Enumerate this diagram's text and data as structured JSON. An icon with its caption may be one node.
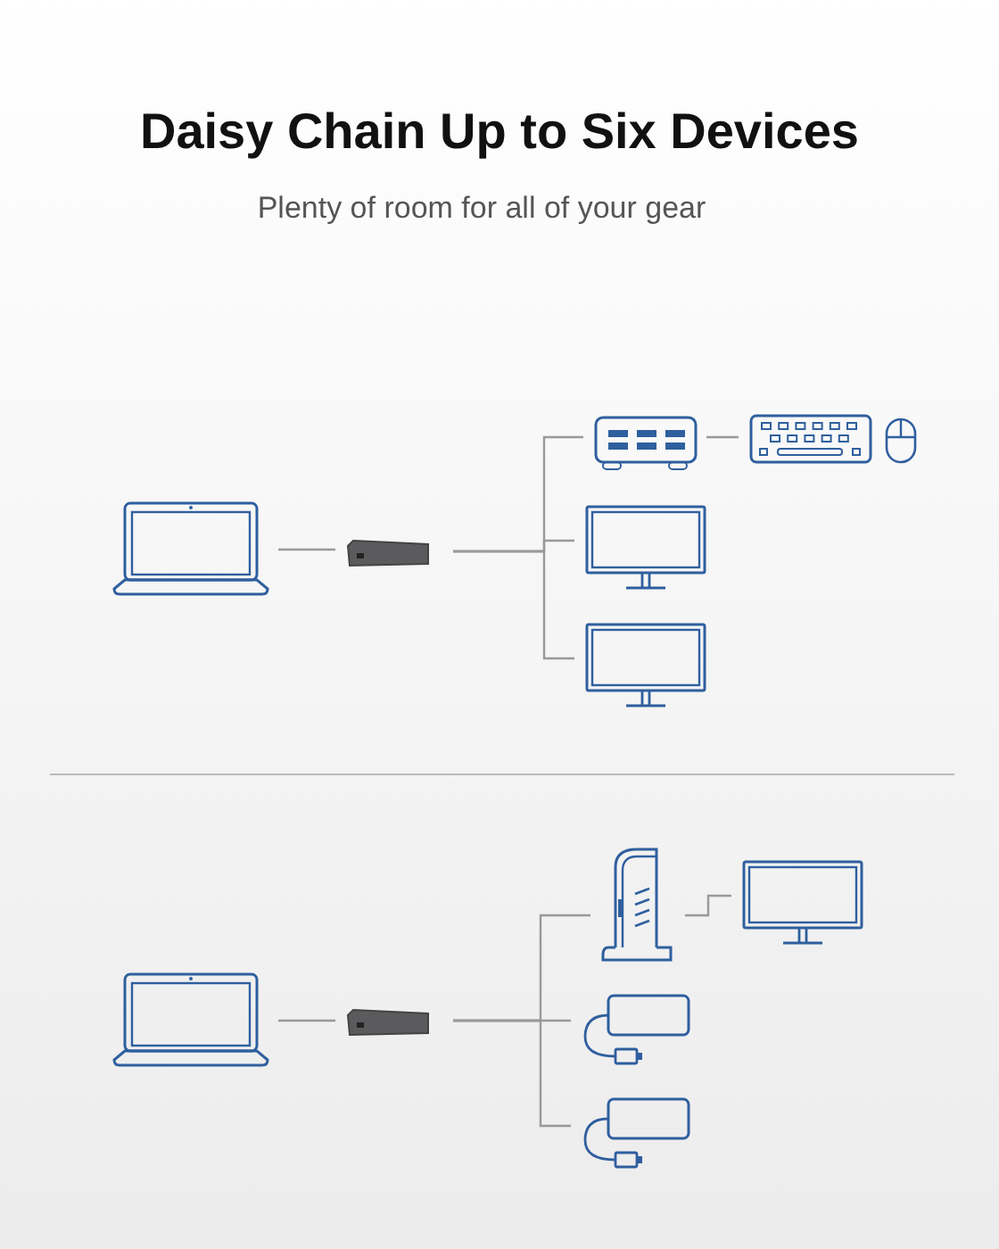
{
  "diagram": {
    "title": "Daisy Chain Up to Six Devices",
    "nodes": [
      {
        "text": [],
        "shape": "laptop"
      },
      {
        "text": [],
        "shape": "hub"
      },
      {
        "text": [],
        "shape": "box"
      },
      {
        "text": [],
        "shape": "keyboard"
      },
      {
        "text": [],
        "shape": "monitor"
      },
      {
        "text": [],
        "shape": "monitor"
      },
      {
        "text": [],
        "shape": "laptop"
      },
      {
        "text": [],
        "shape": "hub"
      },
      {
        "text": [],
        "shape": "dock"
      },
      {
        "text": [],
        "shape": "monitor"
      },
      {
        "text": [],
        "shape": "adapter"
      },
      {
        "text": [],
        "shape": "adapter"
      }
    ],
    "edges": [
      {
        "from": 0,
        "to": 1,
        "arrow": "none"
      },
      {
        "from": 1,
        "to": 2,
        "arrow": "none"
      },
      {
        "from": 1,
        "to": 4,
        "arrow": "none"
      },
      {
        "from": 1,
        "to": 5,
        "arrow": "none"
      },
      {
        "from": 2,
        "to": 3,
        "arrow": "none"
      },
      {
        "from": 6,
        "to": 7,
        "arrow": "none"
      },
      {
        "from": 7,
        "to": 8,
        "arrow": "none"
      },
      {
        "from": 7,
        "to": 10,
        "arrow": "none"
      },
      {
        "from": 7,
        "to": 11,
        "arrow": "none"
      },
      {
        "from": 8,
        "to": 9,
        "arrow": "none"
      }
    ],
    "labels": [
      "Plenty of room for all of your gear"
    ]
  }
}
